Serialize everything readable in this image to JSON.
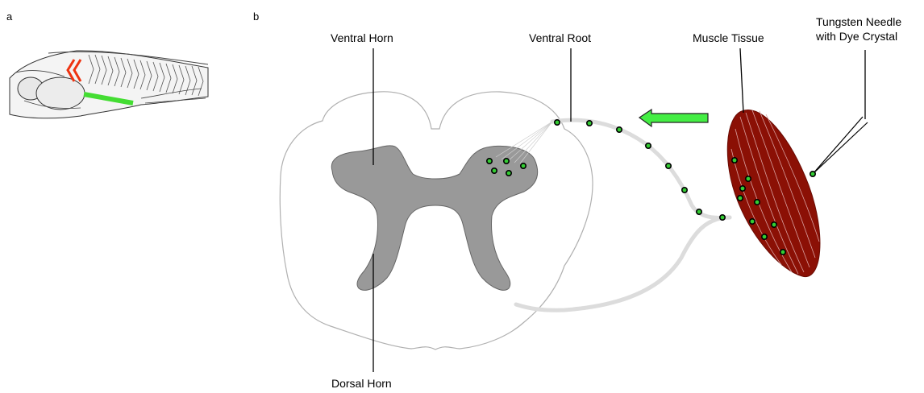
{
  "panels": {
    "a": "a",
    "b": "b"
  },
  "labels": {
    "ventral_horn": "Ventral Horn",
    "ventral_root": "Ventral Root",
    "muscle_tissue": "Muscle Tissue",
    "needle_line1": "Tungsten Needle",
    "needle_line2": "with Dye Crystal",
    "dorsal_horn": "Dorsal Horn"
  },
  "colors": {
    "gray_matter": "#999999",
    "cord_outline": "#b0b0b0",
    "nerve": "#d9d9d9",
    "muscle": "#8b1005",
    "dye": "#33cc33",
    "arrow": "#44ee44",
    "marker_red": "#ee3311"
  },
  "arrow": {
    "direction": "left"
  }
}
